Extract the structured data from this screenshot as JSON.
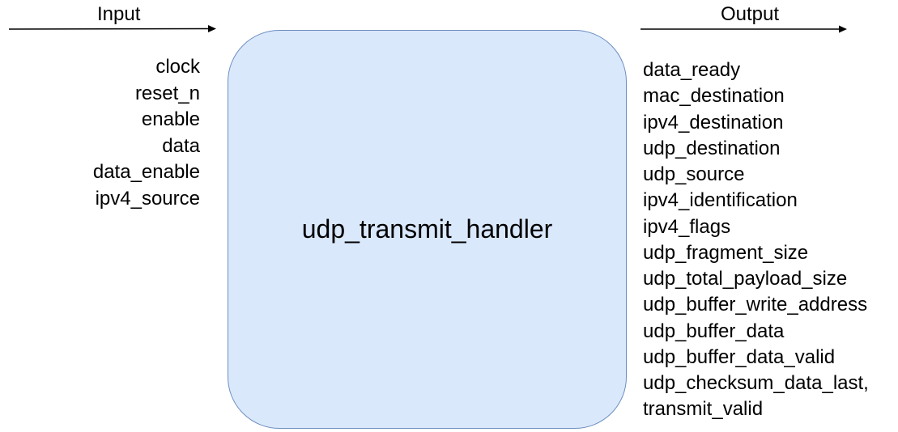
{
  "headings": {
    "input": "Input",
    "output": "Output"
  },
  "block": {
    "title": "udp_transmit_handler",
    "fill_color": "#dae8fc",
    "border_color": "#6c8ebf"
  },
  "inputs": [
    "clock",
    "reset_n",
    "enable",
    "data",
    "data_enable",
    "ipv4_source"
  ],
  "outputs": [
    "data_ready",
    "mac_destination",
    "ipv4_destination",
    "udp_destination",
    "udp_source",
    "ipv4_identification",
    "ipv4_flags",
    "udp_fragment_size",
    "udp_total_payload_size",
    "udp_buffer_write_address",
    "udp_buffer_data",
    "udp_buffer_data_valid",
    "udp_checksum_data_last,",
    "transmit_valid"
  ]
}
